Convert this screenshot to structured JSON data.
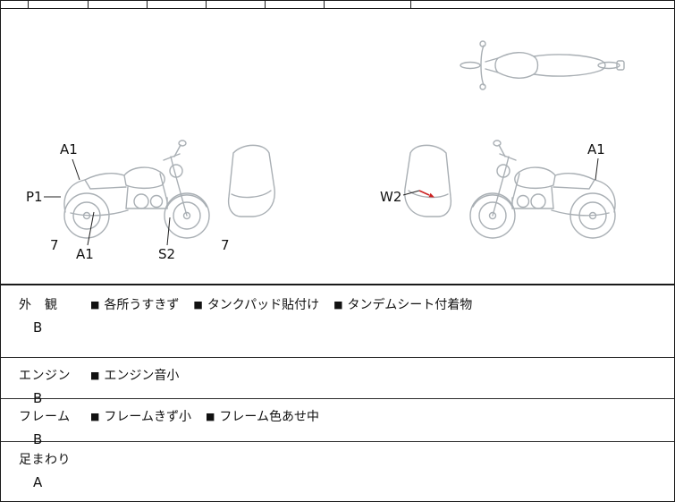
{
  "sheet": {
    "border_color": "#1a1a1a",
    "diagram_line_color": "#a9afb4",
    "marker_red": "#cc2222"
  },
  "diagram": {
    "labels": [
      {
        "text": "A1"
      },
      {
        "text": "P1"
      },
      {
        "text": "7"
      },
      {
        "text": "A1"
      },
      {
        "text": "S2"
      },
      {
        "text": "7"
      },
      {
        "text": "W2"
      },
      {
        "text": "A1"
      }
    ]
  },
  "bullet": "■",
  "sections": [
    {
      "category": "外　観",
      "grade": "B",
      "notes": [
        "各所うすきず",
        "タンクパッド貼付け",
        "タンデムシート付着物"
      ]
    },
    {
      "category": "エンジン",
      "grade": "B",
      "notes": [
        "エンジン音小"
      ]
    },
    {
      "category": "フレーム",
      "grade": "B",
      "notes": [
        "フレームきず小",
        "フレーム色あせ中"
      ]
    },
    {
      "category": "足まわり",
      "grade": "A",
      "notes": []
    }
  ]
}
